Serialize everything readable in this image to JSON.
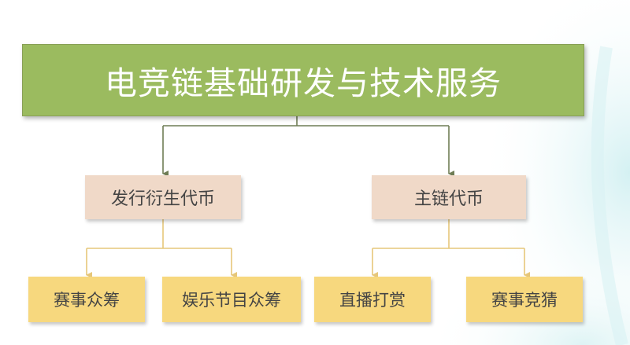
{
  "diagram": {
    "root": {
      "label": "电竞链基础研发与技术服务"
    },
    "branches": [
      {
        "label": "发行衍生代币",
        "children": [
          {
            "label": "赛事众筹"
          },
          {
            "label": "娱乐节目众筹"
          }
        ]
      },
      {
        "label": "主链代币",
        "children": [
          {
            "label": "直播打赏"
          },
          {
            "label": "赛事竞猜"
          }
        ]
      }
    ]
  },
  "colors": {
    "root_fill": "#9bbb5f",
    "root_text": "#ffffff",
    "branch_fill": "#f0d9c8",
    "leaf_fill": "#f7d87e",
    "node_text": "#444444",
    "root_connector": "#6f7d55",
    "leaf_connector": "#e6c77a"
  }
}
